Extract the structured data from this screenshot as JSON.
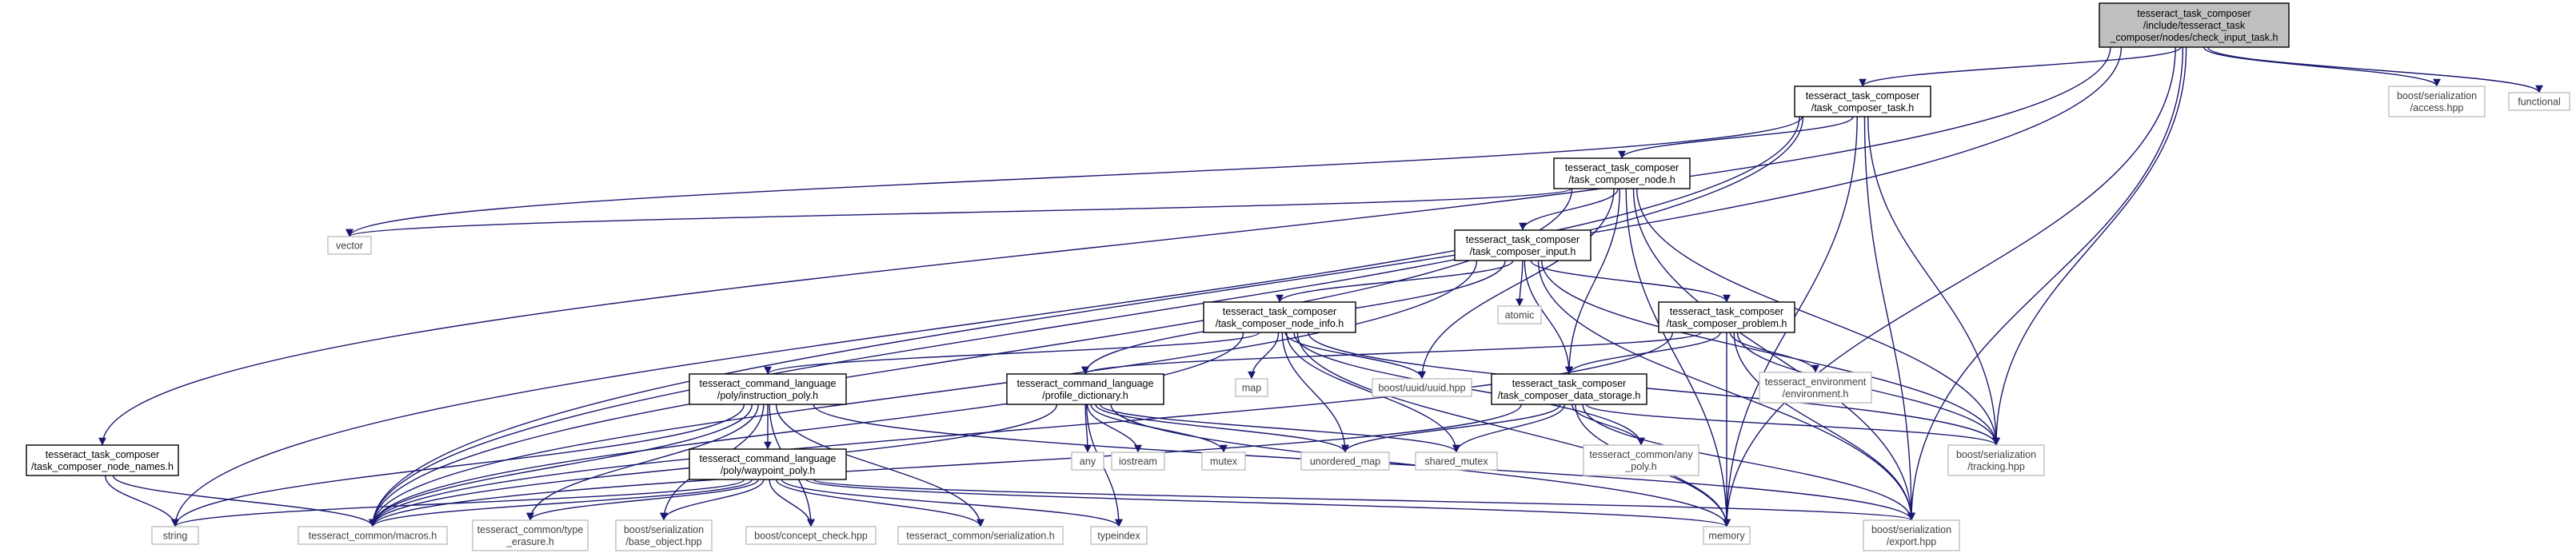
{
  "colors": {
    "edge": "#191970",
    "root_fill": "#bfbfbf",
    "node_border": "#000000",
    "external_border": "#bfbfbf",
    "text": "#000000",
    "external_text": "#404040"
  },
  "nodes": [
    {
      "id": "root",
      "style": "root",
      "lines": [
        "tesseract_task_composer",
        "/include/tesseract_task",
        "_composer/nodes/check_input_task.h"
      ]
    },
    {
      "id": "task_h",
      "style": "doc",
      "lines": [
        "tesseract_task_composer",
        "/task_composer_task.h"
      ]
    },
    {
      "id": "access",
      "style": "ext",
      "lines": [
        "boost/serialization",
        "/access.hpp"
      ]
    },
    {
      "id": "functional",
      "style": "ext",
      "lines": [
        "functional"
      ]
    },
    {
      "id": "node_h",
      "style": "doc",
      "lines": [
        "tesseract_task_composer",
        "/task_composer_node.h"
      ]
    },
    {
      "id": "vector",
      "style": "ext",
      "lines": [
        "vector"
      ]
    },
    {
      "id": "input_h",
      "style": "doc",
      "lines": [
        "tesseract_task_composer",
        "/task_composer_input.h"
      ]
    },
    {
      "id": "atomic",
      "style": "ext",
      "lines": [
        "atomic"
      ]
    },
    {
      "id": "node_info_h",
      "style": "doc",
      "lines": [
        "tesseract_task_composer",
        "/task_composer_node_info.h"
      ]
    },
    {
      "id": "problem_h",
      "style": "doc",
      "lines": [
        "tesseract_task_composer",
        "/task_composer_problem.h"
      ]
    },
    {
      "id": "map",
      "style": "ext",
      "lines": [
        "map"
      ]
    },
    {
      "id": "uuid",
      "style": "ext",
      "lines": [
        "boost/uuid/uuid.hpp"
      ]
    },
    {
      "id": "environment",
      "style": "ext",
      "lines": [
        "tesseract_environment",
        "/environment.h"
      ]
    },
    {
      "id": "instruction_poly",
      "style": "doc",
      "lines": [
        "tesseract_command_language",
        "/poly/instruction_poly.h"
      ]
    },
    {
      "id": "profile_dictionary",
      "style": "doc",
      "lines": [
        "tesseract_command_language",
        "/profile_dictionary.h"
      ]
    },
    {
      "id": "data_storage",
      "style": "doc",
      "lines": [
        "tesseract_task_composer",
        "/task_composer_data_storage.h"
      ]
    },
    {
      "id": "node_names",
      "style": "doc",
      "lines": [
        "tesseract_task_composer",
        "/task_composer_node_names.h"
      ]
    },
    {
      "id": "waypoint_poly",
      "style": "doc",
      "lines": [
        "tesseract_command_language",
        "/poly/waypoint_poly.h"
      ]
    },
    {
      "id": "any",
      "style": "ext",
      "lines": [
        "any"
      ]
    },
    {
      "id": "iostream",
      "style": "ext",
      "lines": [
        "iostream"
      ]
    },
    {
      "id": "mutex",
      "style": "ext",
      "lines": [
        "mutex"
      ]
    },
    {
      "id": "unordered_map",
      "style": "ext",
      "lines": [
        "unordered_map"
      ]
    },
    {
      "id": "shared_mutex",
      "style": "ext",
      "lines": [
        "shared_mutex"
      ]
    },
    {
      "id": "any_poly",
      "style": "ext",
      "lines": [
        "tesseract_common/any",
        "_poly.h"
      ]
    },
    {
      "id": "tracking",
      "style": "ext",
      "lines": [
        "boost/serialization",
        "/tracking.hpp"
      ]
    },
    {
      "id": "string",
      "style": "ext",
      "lines": [
        "string"
      ]
    },
    {
      "id": "macros",
      "style": "ext",
      "lines": [
        "tesseract_common/macros.h"
      ]
    },
    {
      "id": "type_erasure",
      "style": "ext",
      "lines": [
        "tesseract_common/type",
        "_erasure.h"
      ]
    },
    {
      "id": "base_object",
      "style": "ext",
      "lines": [
        "boost/serialization",
        "/base_object.hpp"
      ]
    },
    {
      "id": "concept_check",
      "style": "ext",
      "lines": [
        "boost/concept_check.hpp"
      ]
    },
    {
      "id": "serialization",
      "style": "ext",
      "lines": [
        "tesseract_common/serialization.h"
      ]
    },
    {
      "id": "typeindex",
      "style": "ext",
      "lines": [
        "typeindex"
      ]
    },
    {
      "id": "memory",
      "style": "ext",
      "lines": [
        "memory"
      ]
    },
    {
      "id": "export",
      "style": "ext",
      "lines": [
        "boost/serialization",
        "/export.hpp"
      ]
    }
  ],
  "edges": [
    [
      "root",
      "task_h"
    ],
    [
      "root",
      "access"
    ],
    [
      "root",
      "functional"
    ],
    [
      "root",
      "node_names"
    ],
    [
      "root",
      "macros"
    ],
    [
      "root",
      "tracking"
    ],
    [
      "root",
      "memory"
    ],
    [
      "root",
      "export"
    ],
    [
      "task_h",
      "node_h"
    ],
    [
      "task_h",
      "vector"
    ],
    [
      "task_h",
      "string"
    ],
    [
      "task_h",
      "macros"
    ],
    [
      "task_h",
      "tracking"
    ],
    [
      "task_h",
      "memory"
    ],
    [
      "task_h",
      "export"
    ],
    [
      "node_h",
      "input_h"
    ],
    [
      "node_h",
      "vector"
    ],
    [
      "node_h",
      "uuid"
    ],
    [
      "node_h",
      "data_storage"
    ],
    [
      "node_h",
      "macros"
    ],
    [
      "node_h",
      "tracking"
    ],
    [
      "node_h",
      "memory"
    ],
    [
      "node_h",
      "export"
    ],
    [
      "input_h",
      "atomic"
    ],
    [
      "input_h",
      "node_info_h"
    ],
    [
      "input_h",
      "problem_h"
    ],
    [
      "input_h",
      "profile_dictionary"
    ],
    [
      "input_h",
      "data_storage"
    ],
    [
      "input_h",
      "macros"
    ],
    [
      "input_h",
      "tracking"
    ],
    [
      "input_h",
      "export"
    ],
    [
      "node_info_h",
      "map"
    ],
    [
      "node_info_h",
      "uuid"
    ],
    [
      "node_info_h",
      "instruction_poly"
    ],
    [
      "node_info_h",
      "any_poly"
    ],
    [
      "node_info_h",
      "unordered_map"
    ],
    [
      "node_info_h",
      "shared_mutex"
    ],
    [
      "node_info_h",
      "macros"
    ],
    [
      "node_info_h",
      "tracking"
    ],
    [
      "node_info_h",
      "memory"
    ],
    [
      "problem_h",
      "environment"
    ],
    [
      "problem_h",
      "profile_dictionary"
    ],
    [
      "problem_h",
      "data_storage"
    ],
    [
      "problem_h",
      "macros"
    ],
    [
      "problem_h",
      "tracking"
    ],
    [
      "problem_h",
      "memory"
    ],
    [
      "problem_h",
      "export"
    ],
    [
      "instruction_poly",
      "waypoint_poly"
    ],
    [
      "instruction_poly",
      "string"
    ],
    [
      "instruction_poly",
      "macros"
    ],
    [
      "instruction_poly",
      "type_erasure"
    ],
    [
      "instruction_poly",
      "base_object"
    ],
    [
      "instruction_poly",
      "concept_check"
    ],
    [
      "instruction_poly",
      "serialization"
    ],
    [
      "instruction_poly",
      "export"
    ],
    [
      "profile_dictionary",
      "any"
    ],
    [
      "profile_dictionary",
      "iostream"
    ],
    [
      "profile_dictionary",
      "mutex"
    ],
    [
      "profile_dictionary",
      "unordered_map"
    ],
    [
      "profile_dictionary",
      "shared_mutex"
    ],
    [
      "profile_dictionary",
      "typeindex"
    ],
    [
      "profile_dictionary",
      "memory"
    ],
    [
      "profile_dictionary",
      "macros"
    ],
    [
      "data_storage",
      "unordered_map"
    ],
    [
      "data_storage",
      "shared_mutex"
    ],
    [
      "data_storage",
      "any_poly"
    ],
    [
      "data_storage",
      "memory"
    ],
    [
      "data_storage",
      "tracking"
    ],
    [
      "data_storage",
      "export"
    ],
    [
      "data_storage",
      "macros"
    ],
    [
      "node_names",
      "string"
    ],
    [
      "node_names",
      "macros"
    ],
    [
      "waypoint_poly",
      "string"
    ],
    [
      "waypoint_poly",
      "macros"
    ],
    [
      "waypoint_poly",
      "type_erasure"
    ],
    [
      "waypoint_poly",
      "base_object"
    ],
    [
      "waypoint_poly",
      "concept_check"
    ],
    [
      "waypoint_poly",
      "serialization"
    ],
    [
      "waypoint_poly",
      "typeindex"
    ],
    [
      "waypoint_poly",
      "memory"
    ],
    [
      "waypoint_poly",
      "export"
    ]
  ]
}
